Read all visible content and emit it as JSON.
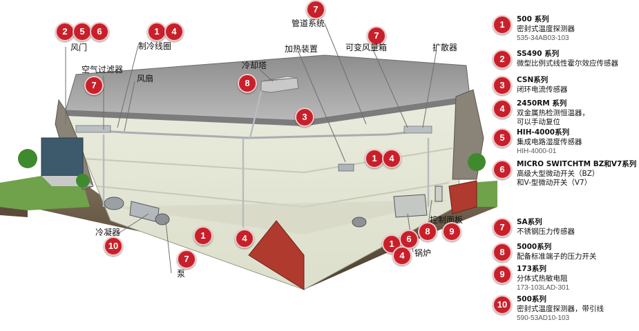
{
  "callouts": [
    {
      "nums": [
        "2",
        "5",
        "6"
      ],
      "label": "风门"
    },
    {
      "nums": [
        "1",
        "4"
      ],
      "label": "制冷线圈"
    },
    {
      "nums": [
        "7"
      ],
      "label": "管道系统"
    },
    {
      "nums": [
        "7"
      ],
      "label": "可变风量箱"
    },
    {
      "nums": [],
      "label": "加热装置"
    },
    {
      "nums": [],
      "label": "扩散器"
    },
    {
      "nums": [
        "7"
      ],
      "label": "空气过滤器"
    },
    {
      "nums": [],
      "label": "风扇"
    },
    {
      "nums": [
        "8"
      ],
      "label": "冷却塔"
    },
    {
      "nums": [
        "10"
      ],
      "label": "冷凝器"
    },
    {
      "nums": [
        "7"
      ],
      "label": "泵"
    },
    {
      "nums": [
        "8",
        "9"
      ],
      "label": "控制面板"
    },
    {
      "nums": [
        "1",
        "6",
        "4"
      ],
      "label": "锅炉"
    }
  ],
  "free_badges": [
    "3",
    "1",
    "4",
    "1",
    "4"
  ],
  "legend": [
    {
      "num": "1",
      "title": "500 系列",
      "desc": "密封式温度探测器",
      "part": "535-34AB03-103"
    },
    {
      "num": "2",
      "title": "SS490 系列",
      "desc": "微型比例式线性霍尔效应传感器",
      "part": ""
    },
    {
      "num": "3",
      "title": "CSN系列",
      "desc": "闭环电流传感器",
      "part": ""
    },
    {
      "num": "4",
      "title": "2450RM 系列",
      "desc": "双金属热检测恒温器，\n可以手动复位",
      "part": ""
    },
    {
      "num": "5",
      "title": "HIH-4000系列",
      "desc": "集成电路湿度传感器",
      "part": "HIH-4000-01"
    },
    {
      "num": "6",
      "title": "MICRO SWITCHTM BZ和V7系列",
      "desc": "高级大型微动开关（BZ）\n和V-型微动开关（V7）",
      "part": ""
    },
    {
      "num": "7",
      "title": "SA系列",
      "desc": "不锈钢压力传感器",
      "part": ""
    },
    {
      "num": "8",
      "title": "5000系列",
      "desc": "配备标准端子的压力开关",
      "part": ""
    },
    {
      "num": "9",
      "title": "173系列",
      "desc": "分体式热敏电阻",
      "part": "173-103LAD-301"
    },
    {
      "num": "10",
      "title": "500系列",
      "desc": "密封式温度探测器，带引线",
      "part": "590-53AD10-103"
    }
  ]
}
